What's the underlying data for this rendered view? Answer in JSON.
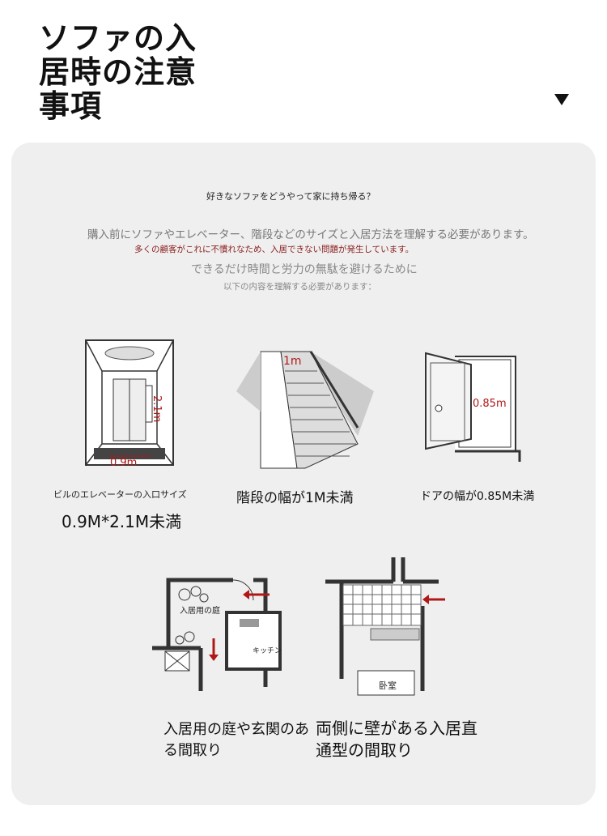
{
  "header": {
    "title_line1": "ソファの入",
    "title_line2": "居時の注意",
    "title_line3": "事項"
  },
  "intro": {
    "question": "好きなソファをどうやって家に持ち帰る？",
    "line1": "購入前にソファやエレベーター、階段などのサイズと入居方法を理解する必要があります。",
    "line2": "多くの顧客がこれに不慣れなため、入居できない問題が発生しています。",
    "line3": "できるだけ時間と労力の無駄を避けるために",
    "line4": "以下の内容を理解する必要があります："
  },
  "items": [
    {
      "dim_h": "2.1m",
      "dim_w": "0.9m",
      "caption": "ビルのエレベーターの入口サイズ",
      "caption2": "0.9M*2.1M未満"
    },
    {
      "dim": "1m",
      "caption": "階段の幅が1M未満"
    },
    {
      "dim": "0.85m",
      "caption": "ドアの幅が0.85M未満"
    },
    {
      "room1": "入居用の庭",
      "room2": "キッチン",
      "caption": "入居用の庭や玄関のある間取り"
    },
    {
      "room": "卧室",
      "caption": "両側に壁がある入居直通型の間取り"
    }
  ],
  "colors": {
    "accent": "#b01818",
    "card": "#efefef"
  }
}
